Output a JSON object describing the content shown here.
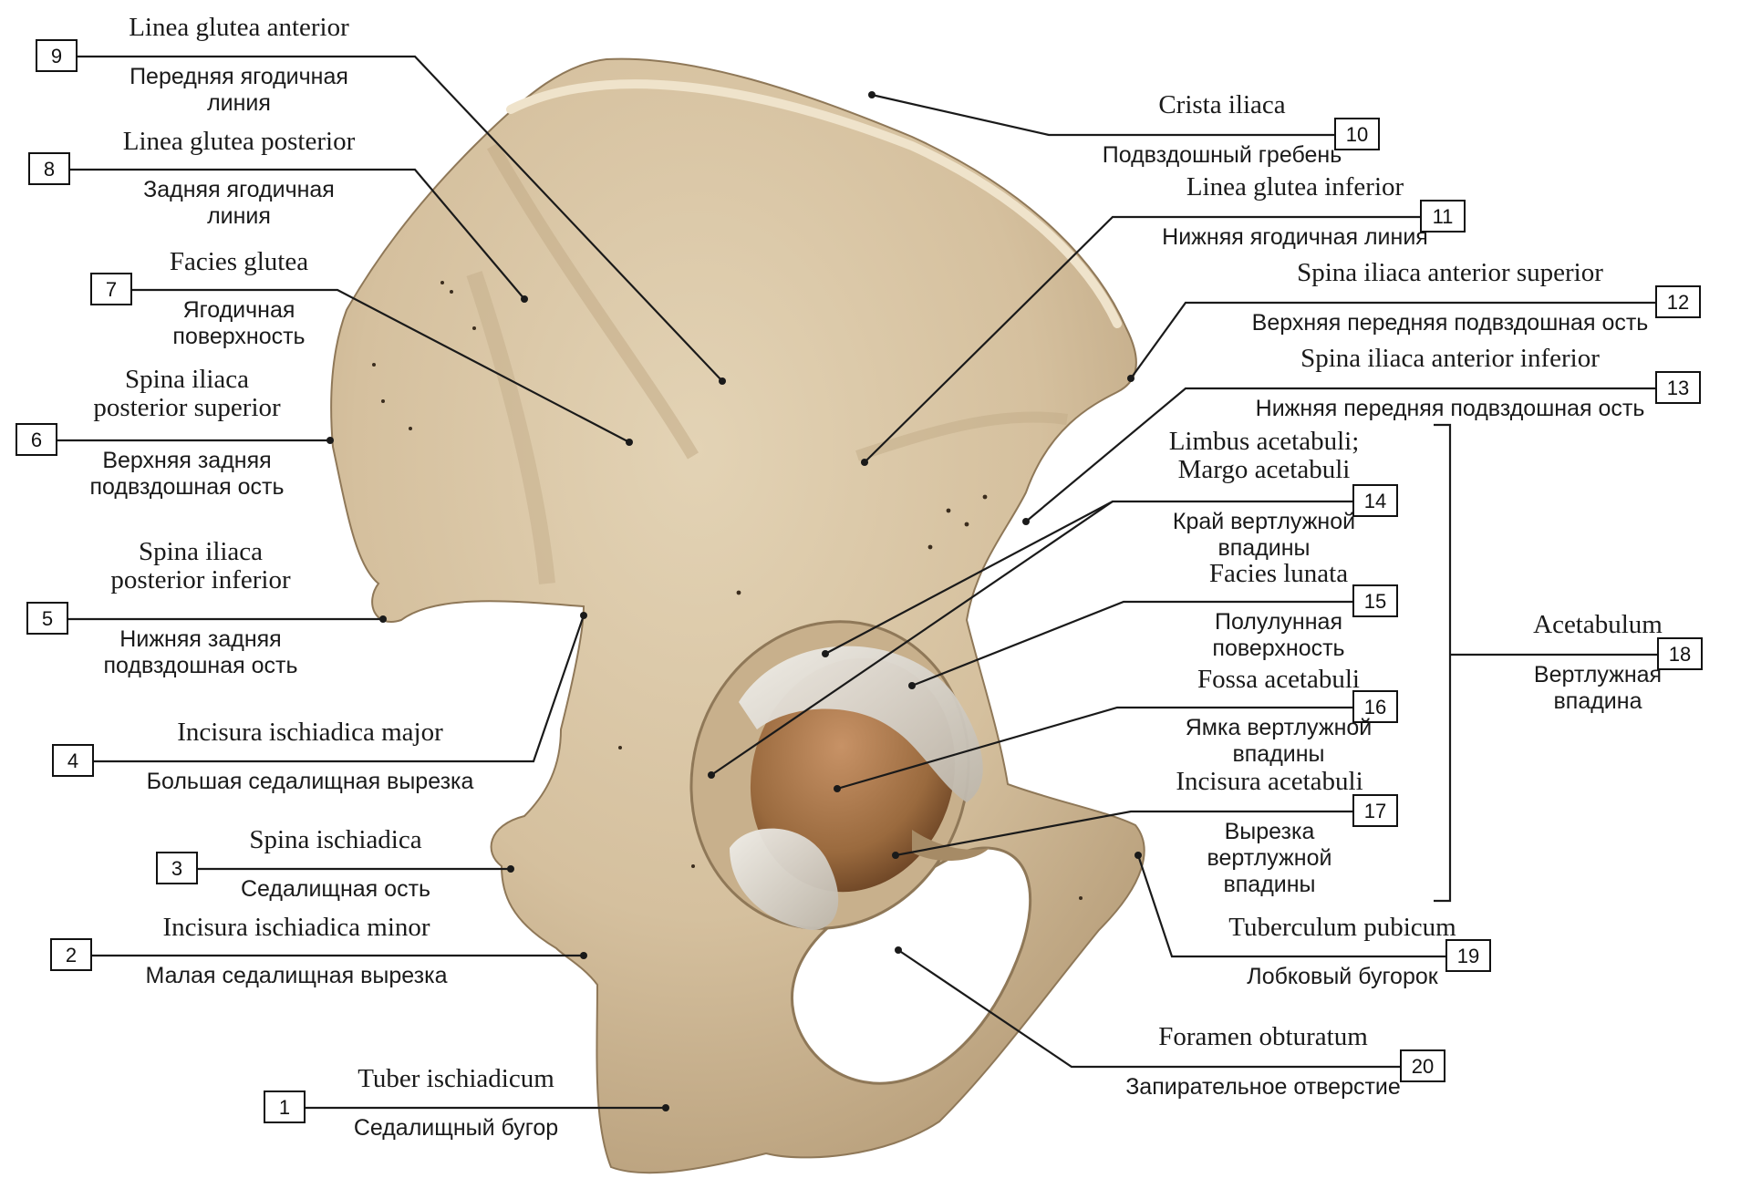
{
  "colors": {
    "bone": "#d9c6a6",
    "bone_shadow": "#b59c78",
    "acetabulum_fossa": "#9a6a3e",
    "lunate_surface": "#e9e6e0",
    "line": "#1a1a1a"
  },
  "labels": [
    {
      "n": "1",
      "lat": [
        "Tuber ischiadicum"
      ],
      "rus": [
        "Седалищный бугор"
      ]
    },
    {
      "n": "2",
      "lat": [
        "Incisura ischiadica minor"
      ],
      "rus": [
        "Малая седалищная вырезка"
      ]
    },
    {
      "n": "3",
      "lat": [
        "Spina ischiadica"
      ],
      "rus": [
        "Седалищная ость"
      ]
    },
    {
      "n": "4",
      "lat": [
        "Incisura ischiadica major"
      ],
      "rus": [
        "Большая седалищная вырезка"
      ]
    },
    {
      "n": "5",
      "lat": [
        "Spina iliaca",
        "posterior inferior"
      ],
      "rus": [
        "Нижняя задняя",
        "подвздошная ость"
      ]
    },
    {
      "n": "6",
      "lat": [
        "Spina iliaca",
        "posterior superior"
      ],
      "rus": [
        "Верхняя задняя",
        "подвздошная ость"
      ]
    },
    {
      "n": "7",
      "lat": [
        "Facies glutea"
      ],
      "rus": [
        "Ягодичная",
        "поверхность"
      ]
    },
    {
      "n": "8",
      "lat": [
        "Linea glutea posterior"
      ],
      "rus": [
        "Задняя ягодичная",
        "линия"
      ]
    },
    {
      "n": "9",
      "lat": [
        "Linea glutea anterior"
      ],
      "rus": [
        "Передняя ягодичная",
        "линия"
      ]
    },
    {
      "n": "10",
      "lat": [
        "Crista iliaca"
      ],
      "rus": [
        "Подвздошный гребень"
      ]
    },
    {
      "n": "11",
      "lat": [
        "Linea glutea inferior"
      ],
      "rus": [
        "Нижняя ягодичная линия"
      ]
    },
    {
      "n": "12",
      "lat": [
        "Spina iliaca anterior superior"
      ],
      "rus": [
        "Верхняя передняя подвздошная ость"
      ]
    },
    {
      "n": "13",
      "lat": [
        "Spina iliaca anterior inferior"
      ],
      "rus": [
        "Нижняя передняя подвздошная ость"
      ]
    },
    {
      "n": "14",
      "lat": [
        "Limbus acetabuli;",
        "Margo acetabuli"
      ],
      "rus": [
        "Край вертлужной",
        "впадины"
      ]
    },
    {
      "n": "15",
      "lat": [
        "Facies lunata"
      ],
      "rus": [
        "Полулунная",
        "поверхность"
      ]
    },
    {
      "n": "16",
      "lat": [
        "Fossa acetabuli"
      ],
      "rus": [
        "Ямка вертлужной",
        "впадины"
      ]
    },
    {
      "n": "17",
      "lat": [
        "Incisura acetabuli"
      ],
      "rus": [
        "Вырезка",
        "вертлужной",
        "впадины"
      ]
    },
    {
      "n": "18",
      "lat": [
        "Acetabulum"
      ],
      "rus": [
        "Вертлужная",
        "впадина"
      ]
    },
    {
      "n": "19",
      "lat": [
        "Tuberculum pubicum"
      ],
      "rus": [
        "Лобковый бугорок"
      ]
    },
    {
      "n": "20",
      "lat": [
        "Foramen obturatum"
      ],
      "rus": [
        "Запирательное отверстие"
      ]
    }
  ]
}
